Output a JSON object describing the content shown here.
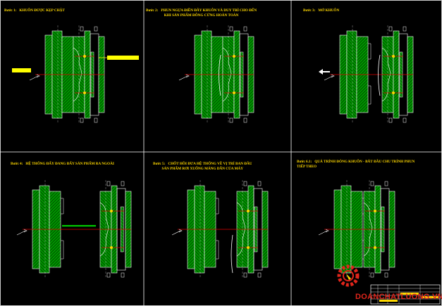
{
  "steps": [
    {
      "num": "Bước 1:",
      "text": "KHUÔN ĐƯỢC KẸP CHẶT",
      "text2": ""
    },
    {
      "num": "Bước 2:",
      "text": "PHUN NGỰA ĐIỀN ĐẦY KHUÔN VÀ DUY TRÌ CHO ĐẾN",
      "text2": "KHI SẢN PHẨM ĐÔNG CỨNG HOÀN TOÀN"
    },
    {
      "num": "Bước 3:",
      "text": "MỞ KHUÔN",
      "text2": ""
    },
    {
      "num": "Bước 4:",
      "text": "HỆ THỐNG ĐẨY ĐANG ĐẨY SẢN PHẨM RA NGOÀI",
      "text2": ""
    },
    {
      "num": "Bước 5:",
      "text": "CHỐT HỒI ĐƯA HỆ THỐNG VỀ VỊ TRÍ BAN ĐẦU",
      "text2": "SẢN PHẨM RƠI XUỐNG MÁNG DẪN CỦA MÁY"
    },
    {
      "num": "Bước 6.1:",
      "text": "QUÁ TRÌNH ĐÓNG KHUÔN - BẮT ĐẦU CHU TRÌNH PHUN",
      "text2": "TIẾP THEO"
    }
  ],
  "watermark": "DOANCHATLUONG.VN",
  "colors": {
    "background": "#000000",
    "outline": "#ffffff",
    "hatch": "#00c800",
    "hatch_dark": "#006400",
    "label": "#ffd800",
    "nozzle_bar": "#ffff00",
    "ejector_pin": "#e00000",
    "gear_logo": "#e0251b"
  }
}
